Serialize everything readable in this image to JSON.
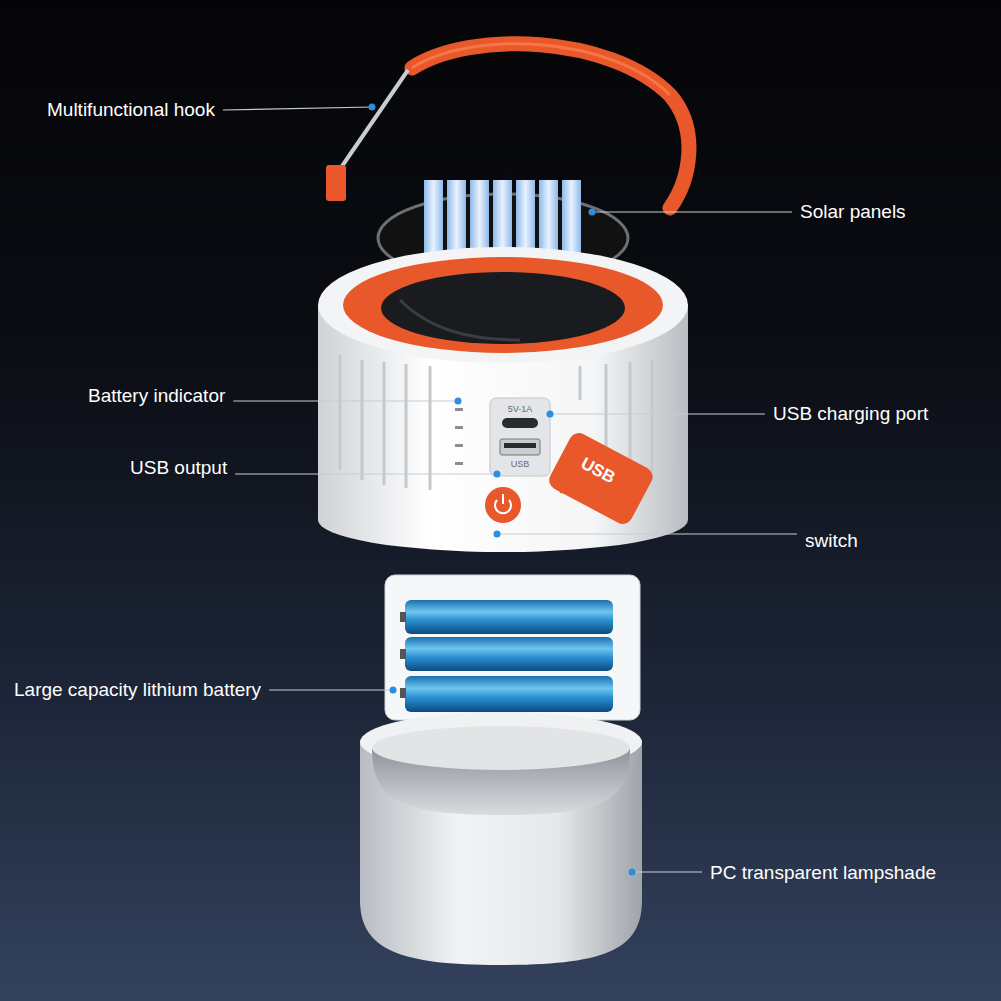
{
  "diagram": {
    "labels": [
      "Multifunctional hook",
      "Solar panels",
      "Battery indicator",
      "USB charging port",
      "USB output",
      "switch",
      "Large capacity lithium battery",
      "PC transparent lampshade",
      "5V-1A",
      "USB",
      "USB"
    ]
  }
}
